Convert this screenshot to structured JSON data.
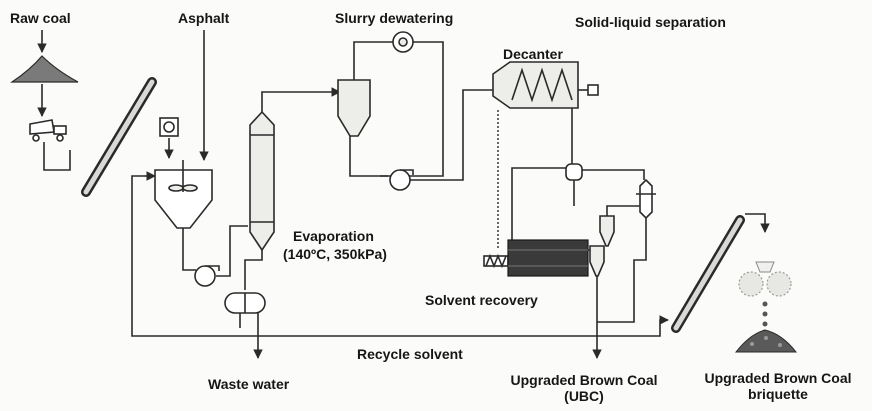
{
  "labels": {
    "raw_coal": "Raw coal",
    "asphalt": "Asphalt",
    "slurry_dewatering": "Slurry dewatering",
    "solid_liquid_separation": "Solid-liquid separation",
    "decanter": "Decanter",
    "evaporation": "Evaporation",
    "evaporation_conditions": "(140ºC, 350kPa)",
    "solvent_recovery": "Solvent recovery",
    "recycle_solvent": "Recycle solvent",
    "waste_water": "Waste water",
    "ubc_line1": "Upgraded Brown Coal",
    "ubc_line2": "(UBC)",
    "briquette_line1": "Upgraded Brown Coal",
    "briquette_line2": "briquette"
  },
  "colors": {
    "line": "#2a2a2a",
    "equipment_fill": "#ededea",
    "text": "#161616"
  }
}
